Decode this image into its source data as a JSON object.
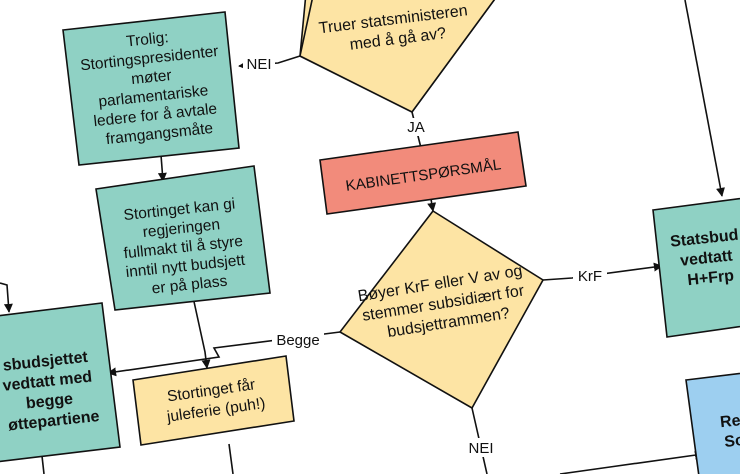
{
  "colors": {
    "teal": "#8fd1c4",
    "yellow": "#fde4a4",
    "red": "#f28b7b",
    "blue": "#9dcff0",
    "stroke": "#111111"
  },
  "nodes": {
    "pm_resign": [
      "Truer statsministeren",
      "med å gå av?"
    ],
    "president_meets": [
      "Trolig:",
      "Stortingspresidenter",
      "møter",
      "parlamentariske",
      "ledere for å avtale",
      "framgangsmåte"
    ],
    "mandate": [
      "Stortinget kan gi",
      "regjeringen",
      "fullmakt til å styre",
      "inntil nytt budsjett",
      "er på plass"
    ],
    "cabinet_question": [
      "KABINETTSPØRSMÅL"
    ],
    "krf_v": [
      "Bøyer KrF eller V av og",
      "stemmer subsidiært for",
      "budsjettrammen?"
    ],
    "budget_both": [
      "sbudsjettet",
      "vedtatt med",
      "begge",
      "øttepartiene"
    ],
    "holiday": [
      "Stortinget får",
      "juleferie (puh!)"
    ],
    "budget_hfrp": [
      "Statsbud",
      "vedtatt",
      "H+Frp"
    ],
    "right_bottom": [
      "Re",
      "So"
    ]
  },
  "edge_labels": {
    "nei_top": "NEI",
    "ja": "JA",
    "krf": "KrF",
    "begge": "Begge",
    "nei_bottom": "NEI"
  }
}
